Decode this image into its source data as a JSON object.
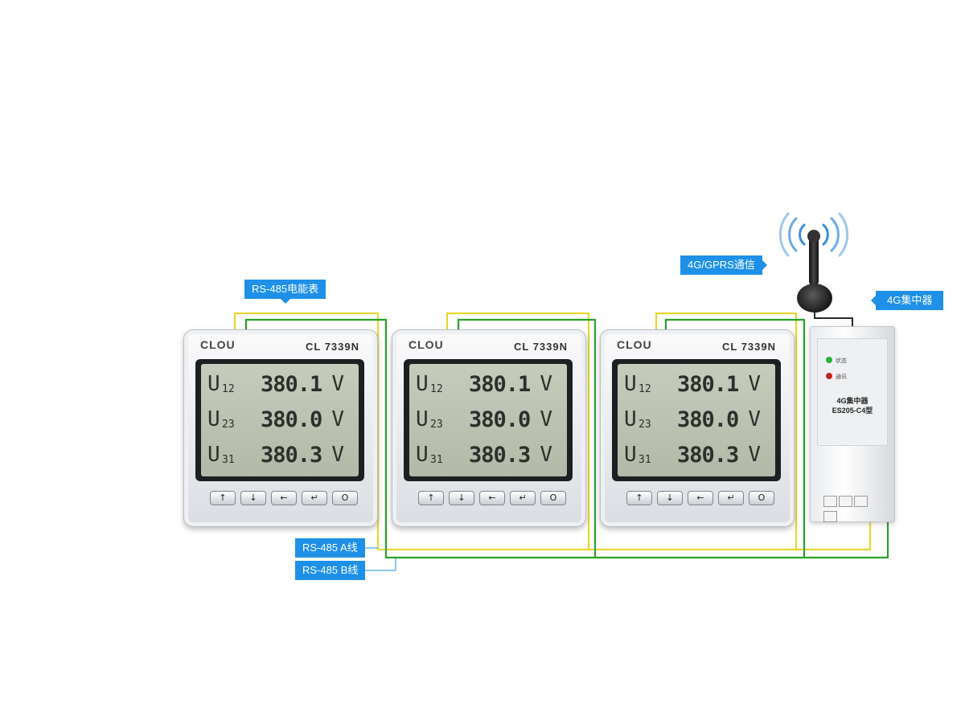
{
  "labels": {
    "meter_callout": "RS-485电能表",
    "comm_callout": "4G/GPRS通信",
    "concentrator_callout": "4G集中器",
    "line_a": "RS-485 A线",
    "line_b": "RS-485 B线"
  },
  "meters": [
    {
      "brand": "CLOU",
      "model": "CL 7339N",
      "readings": [
        {
          "label": "U",
          "sub": "12",
          "value": "380.1",
          "unit": "V"
        },
        {
          "label": "U",
          "sub": "23",
          "value": "380.0",
          "unit": "V"
        },
        {
          "label": "U",
          "sub": "31",
          "value": "380.3",
          "unit": "V"
        }
      ],
      "buttons": [
        "↑",
        "↓",
        "←",
        "↵",
        "O"
      ]
    },
    {
      "brand": "CLOU",
      "model": "CL 7339N",
      "readings": [
        {
          "label": "U",
          "sub": "12",
          "value": "380.1",
          "unit": "V"
        },
        {
          "label": "U",
          "sub": "23",
          "value": "380.0",
          "unit": "V"
        },
        {
          "label": "U",
          "sub": "31",
          "value": "380.3",
          "unit": "V"
        }
      ],
      "buttons": [
        "↑",
        "↓",
        "←",
        "↵",
        "O"
      ]
    },
    {
      "brand": "CLOU",
      "model": "CL 7339N",
      "readings": [
        {
          "label": "U",
          "sub": "12",
          "value": "380.1",
          "unit": "V"
        },
        {
          "label": "U",
          "sub": "23",
          "value": "380.0",
          "unit": "V"
        },
        {
          "label": "U",
          "sub": "31",
          "value": "380.3",
          "unit": "V"
        }
      ],
      "buttons": [
        "↑",
        "↓",
        "←",
        "↵",
        "O"
      ]
    }
  ],
  "concentrator": {
    "led_status": "状态",
    "led_comm": "通讯",
    "name": "4G集中器",
    "model": "ES205-C4型"
  },
  "colors": {
    "callout": "#1e90e8",
    "wire_yellow": "#e6d832",
    "wire_green": "#2aa02a",
    "signal": "#3a8fe0",
    "led_green": "#27b33a",
    "led_red": "#cc2222"
  }
}
